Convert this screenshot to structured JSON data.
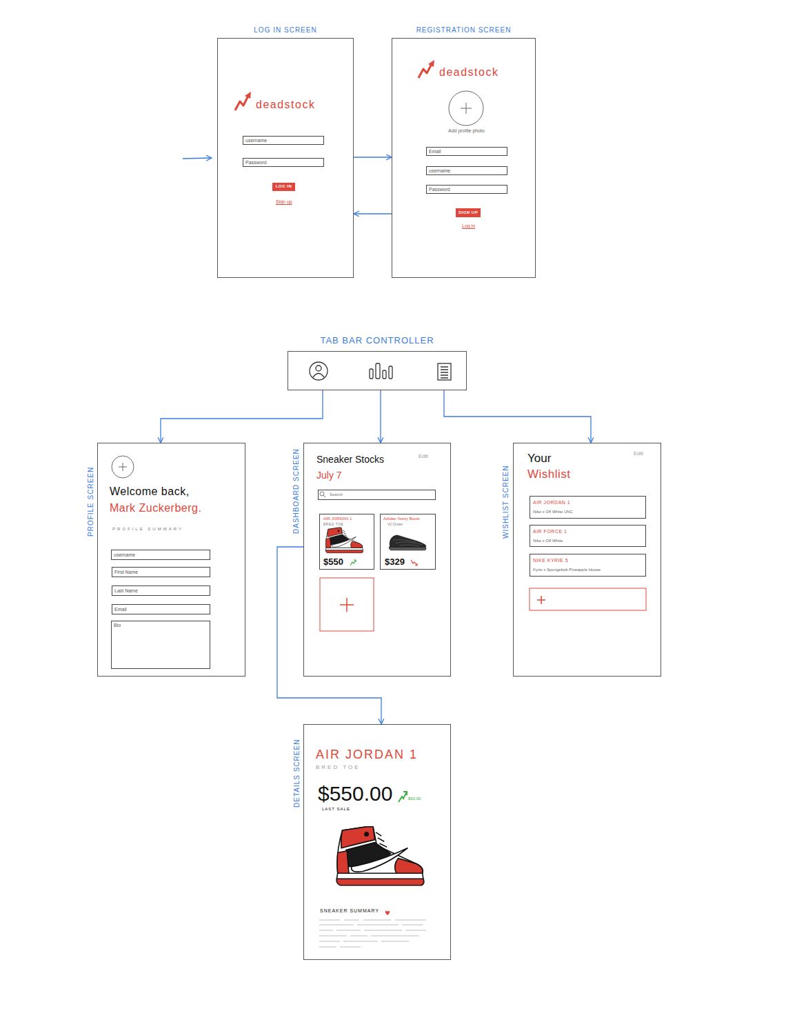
{
  "diagram": {
    "nodes": [
      {
        "text": [
          "LOG IN SCREEN",
          "deadstock",
          "Sign up"
        ]
      },
      {
        "text": [
          "username"
        ],
        "in": 0
      },
      {
        "text": [
          "Password"
        ],
        "in": 0
      },
      {
        "text": [
          "LOG IN"
        ],
        "in": 0
      },
      {
        "text": [
          "REGISTRATION SCREEN",
          "deadstock",
          "Add profile photo",
          "Log in"
        ]
      },
      {
        "text": [
          "Email"
        ],
        "in": 4
      },
      {
        "text": [
          "username"
        ],
        "in": 4
      },
      {
        "text": [
          "Password"
        ],
        "in": 4
      },
      {
        "text": [
          "SIGN UP"
        ],
        "in": 4
      },
      {
        "text": [
          "TAB BAR CONTROLLER"
        ]
      },
      {
        "text": [
          "PROFILE SCREEN",
          "Welcome back,",
          "Mark Zuckerberg.",
          "PROFILE SUMMARY"
        ]
      },
      {
        "text": [
          "username"
        ],
        "in": 10
      },
      {
        "text": [
          "First Name"
        ],
        "in": 10
      },
      {
        "text": [
          "Last Name"
        ],
        "in": 10
      },
      {
        "text": [
          "Email"
        ],
        "in": 10
      },
      {
        "text": [
          "Bio"
        ],
        "in": 10
      },
      {
        "text": [
          "DASHBOARD SCREEN",
          "Sneaker Stocks",
          "July 7",
          "Edit"
        ]
      },
      {
        "text": [
          "Search"
        ],
        "in": 16
      },
      {
        "text": [
          "AIR JORDAN 1",
          "BRED TOE",
          "$550"
        ],
        "in": 16
      },
      {
        "text": [
          "Adidas Yeezy Boost",
          "V2 Cinder",
          "$329"
        ],
        "in": 16
      },
      {
        "text": [
          "WISHLIST SCREEN",
          "Your",
          "Wishlist",
          "Edit"
        ]
      },
      {
        "text": [
          "AIR JORDAN 1",
          "Nike x Off White UNC"
        ],
        "in": 20
      },
      {
        "text": [
          "AIR FORCE 1",
          "Nike x Off White"
        ],
        "in": 20
      },
      {
        "text": [
          "NIKE KYRIE 5",
          "Kyrie x Spongebob Pineapple House"
        ],
        "in": 20
      },
      {
        "text": [
          "DETAILS SCREEN",
          "AIR JORDAN 1",
          "BRED TOE",
          "$550.00",
          "$30.00",
          "LAST SALE",
          "SNEAKER SUMMARY"
        ]
      }
    ],
    "edges": [
      {
        "from": 0,
        "to": 4,
        "arrow": "to"
      },
      {
        "from": 4,
        "to": 0,
        "arrow": "to"
      },
      {
        "from": 9,
        "to": 10,
        "arrow": "to"
      },
      {
        "from": 9,
        "to": 16,
        "arrow": "to"
      },
      {
        "from": 9,
        "to": 20,
        "arrow": "to"
      },
      {
        "from": 16,
        "to": 24,
        "arrow": "to"
      }
    ]
  }
}
